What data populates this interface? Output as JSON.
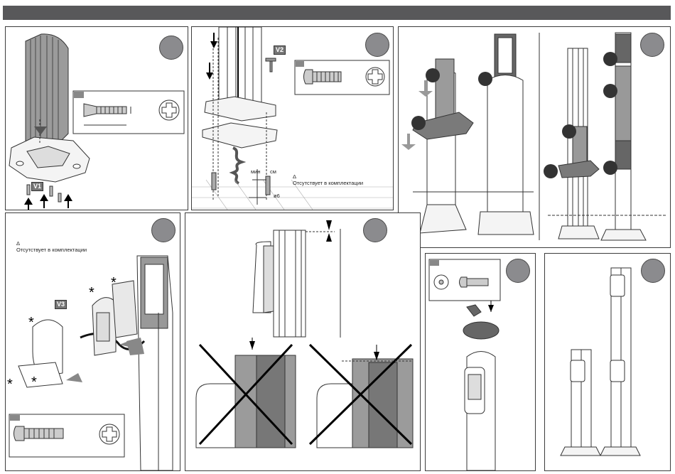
{
  "labels": {
    "v1": "V1",
    "v2": "V2",
    "v3": "V3",
    "delta": "Δ",
    "not_supplied_1": "Отсутствует в комплектации",
    "not_supplied_2": "Отсутствует в комплектации",
    "min": "мин",
    "cm": "см",
    "phi6": "ø6"
  },
  "colors": {
    "header": "#58585a",
    "step_circle": "#8b8b8e",
    "profile": "#9a9a9a",
    "cross": "#000000"
  }
}
